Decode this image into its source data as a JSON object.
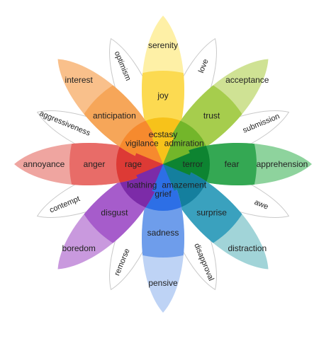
{
  "diagram": {
    "primary": [
      {
        "intense": "ecstasy",
        "base": "joy",
        "mild": "serenity",
        "color_intense": "#F7C21A",
        "color_base": "#FCDA51",
        "color_mild": "#FEF0A6"
      },
      {
        "intense": "admiration",
        "base": "trust",
        "mild": "acceptance",
        "color_intense": "#73B62A",
        "color_base": "#A6CD4D",
        "color_mild": "#CFE294"
      },
      {
        "intense": "terror",
        "base": "fear",
        "mild": "apprehension",
        "color_intense": "#0D8431",
        "color_base": "#34A853",
        "color_mild": "#8ED39D"
      },
      {
        "intense": "amazement",
        "base": "surprise",
        "mild": "distraction",
        "color_intense": "#147F9E",
        "color_base": "#3AA1BE",
        "color_mild": "#A1D4D8"
      },
      {
        "intense": "grief",
        "base": "sadness",
        "mild": "pensive",
        "color_intense": "#2D6FE6",
        "color_base": "#6E9DEB",
        "color_mild": "#BED3F5"
      },
      {
        "intense": "loathing",
        "base": "disgust",
        "mild": "boredom",
        "color_intense": "#7C2BA8",
        "color_base": "#A65CCB",
        "color_mild": "#C999DE"
      },
      {
        "intense": "rage",
        "base": "anger",
        "mild": "annoyance",
        "color_intense": "#DD3A35",
        "color_base": "#E86C68",
        "color_mild": "#EFA5A0"
      },
      {
        "intense": "vigilance",
        "base": "anticipation",
        "mild": "interest",
        "color_intense": "#F68A2E",
        "color_base": "#F6A659",
        "color_mild": "#F9C08B"
      }
    ],
    "dyads": [
      "love",
      "submission",
      "awe",
      "disapproval",
      "remorse",
      "contempt",
      "aggressiveness",
      "optimism"
    ]
  }
}
